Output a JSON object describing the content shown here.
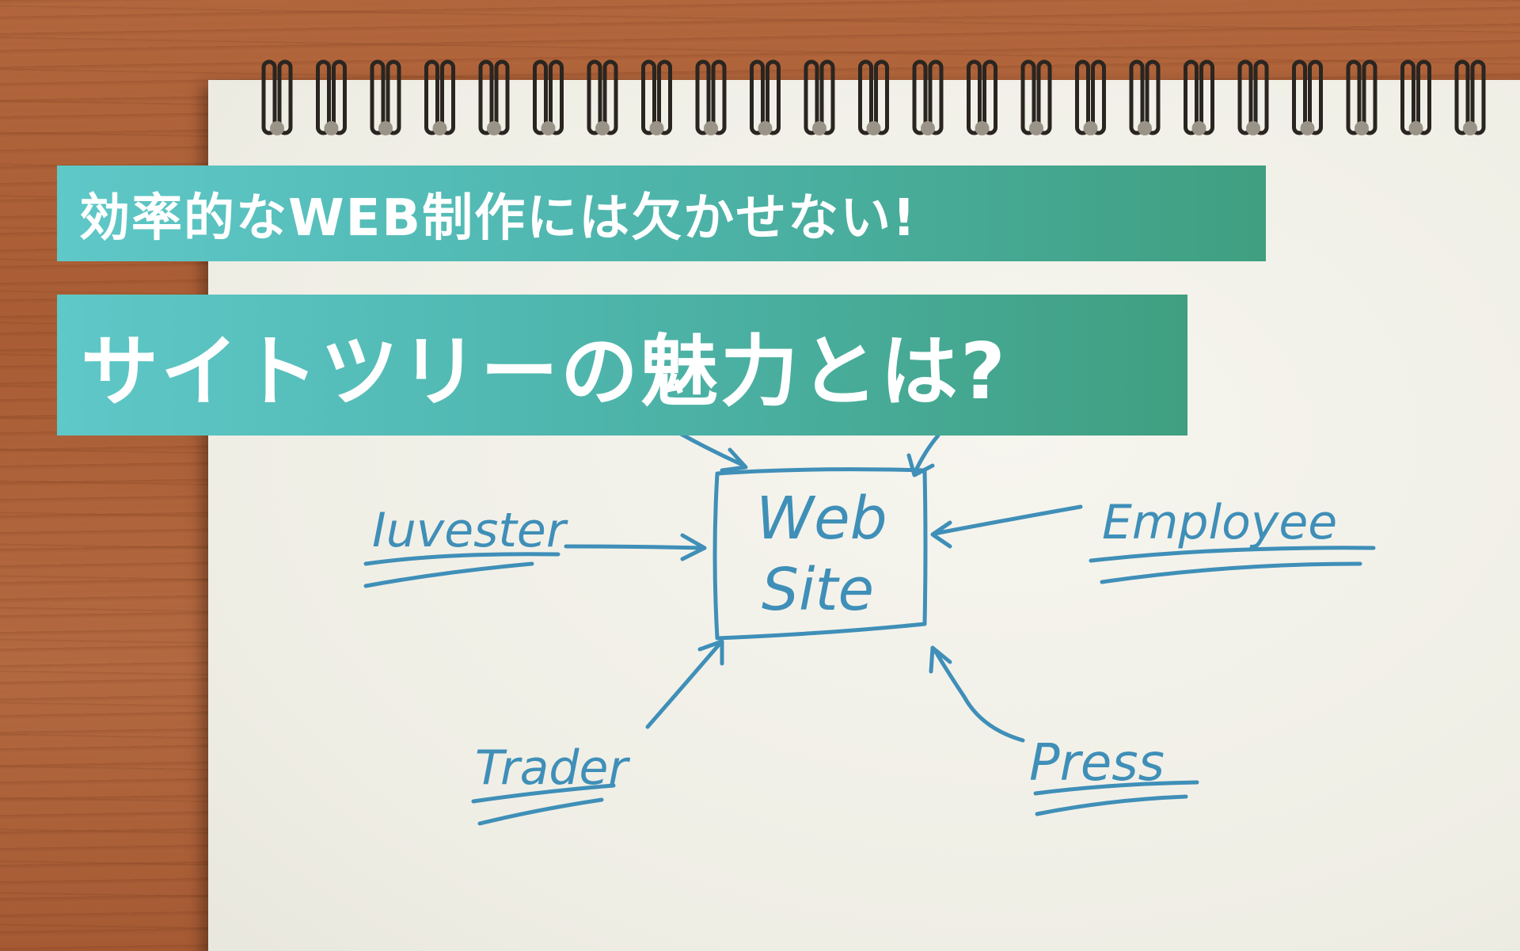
{
  "banner": {
    "subtitle": "効率的なWEB制作には欠かせない!",
    "title": "サイトツリーの魅力とは?",
    "gradient_start": "#5fc8c8",
    "gradient_end": "#3f9f80"
  },
  "sketch": {
    "center": [
      "Web",
      "Site"
    ],
    "nodes": {
      "left": "Iuvester",
      "right": "Employee",
      "bottom_left": "Trader",
      "bottom_right": "Press"
    },
    "ink_color": "#3f8fb8"
  },
  "colors": {
    "wood": "#a95d34",
    "paper": "#f2f1e9",
    "banner_text": "#ffffff"
  }
}
